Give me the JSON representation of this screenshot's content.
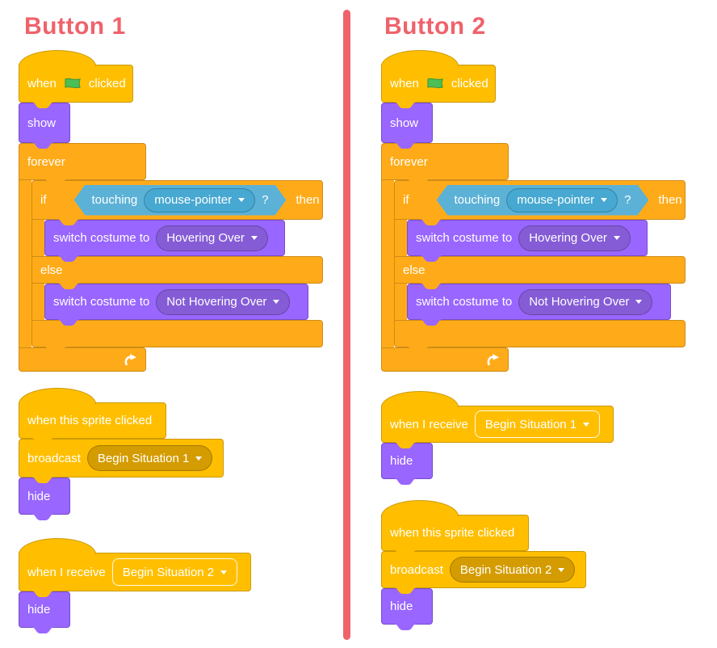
{
  "colors": {
    "events": "#FFBF00",
    "events_border": "#CC9900",
    "events_field": "#D49C00",
    "control": "#FFAB19",
    "control_border": "#CF8B17",
    "looks": "#9966FF",
    "looks_border": "#774DCB",
    "looks_field": "#855CD6",
    "sensing": "#5CB1D6",
    "sensing_field": "#47A8D1",
    "accent": "#EF626B",
    "flag_green": "#4CBF56",
    "text": "#FFFFFF"
  },
  "icons": {
    "green_flag": "green flag",
    "loop_arrow": "curved repeat arrow",
    "dropdown_caret": "▾"
  },
  "labels": {
    "when": "when",
    "clicked": "clicked",
    "show": "show",
    "hide": "hide",
    "forever": "forever",
    "if": "if",
    "then": "then",
    "else": "else",
    "touching": "touching",
    "question": "?",
    "mouse_pointer": "mouse-pointer",
    "switch_costume_to": "switch costume to",
    "hovering_over": "Hovering Over",
    "not_hovering_over": "Not Hovering Over",
    "when_this_sprite_clicked": "when this sprite clicked",
    "broadcast": "broadcast",
    "when_i_receive": "when I receive"
  },
  "left_column": {
    "title": "Button 1",
    "broadcast_message": "Begin Situation 1",
    "receive_message": "Begin Situation 2"
  },
  "right_column": {
    "title": "Button 2",
    "receive_message": "Begin Situation 1",
    "broadcast_message": "Begin Situation 2"
  }
}
